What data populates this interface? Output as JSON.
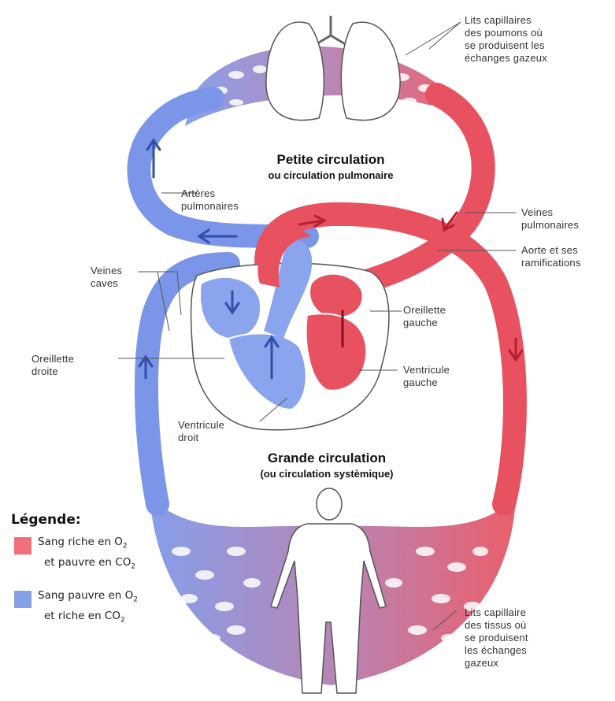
{
  "colors": {
    "oxygen_rich": "#e8515f",
    "oxygen_poor": "#7b96e8",
    "mixed": "#b07bb0"
  },
  "titles": {
    "petite_main": "Petite circulation",
    "petite_sub": "ou circulation pulmonaire",
    "grande_main": "Grande circulation",
    "grande_sub": "(ou circulation systèmique)"
  },
  "labels": {
    "lits_poumons": "Lits capillaires\ndes poumons où\nse produisent les\néchanges gazeux",
    "arteres_pulmonaires": "Artères\npulmonaires",
    "veines_pulmonaires": "Veines\npulmonaires",
    "aorte": "Aorte et ses\nramifications",
    "veines_caves": "Veines\ncaves",
    "oreillette_gauche": "Oreillette\ngauche",
    "oreillette_droite": "Oreillette\ndroite",
    "ventricule_gauche": "Ventricule\ngauche",
    "ventricule_droit": "Ventricule\ndroit",
    "lits_tissus": "Lits capillaire\ndes tissus où\nse produisent\nles échanges\ngazeux"
  },
  "legend": {
    "title": "Légende:",
    "rich_line1_a": "Sang riche en O",
    "rich_line1_sub": "2",
    "rich_line2_a": "et pauvre en CO",
    "rich_line2_sub": "2",
    "poor_line1_a": "Sang pauvre en O",
    "poor_line1_sub": "2",
    "poor_line2_a": "et riche en CO",
    "poor_line2_sub": "2"
  }
}
